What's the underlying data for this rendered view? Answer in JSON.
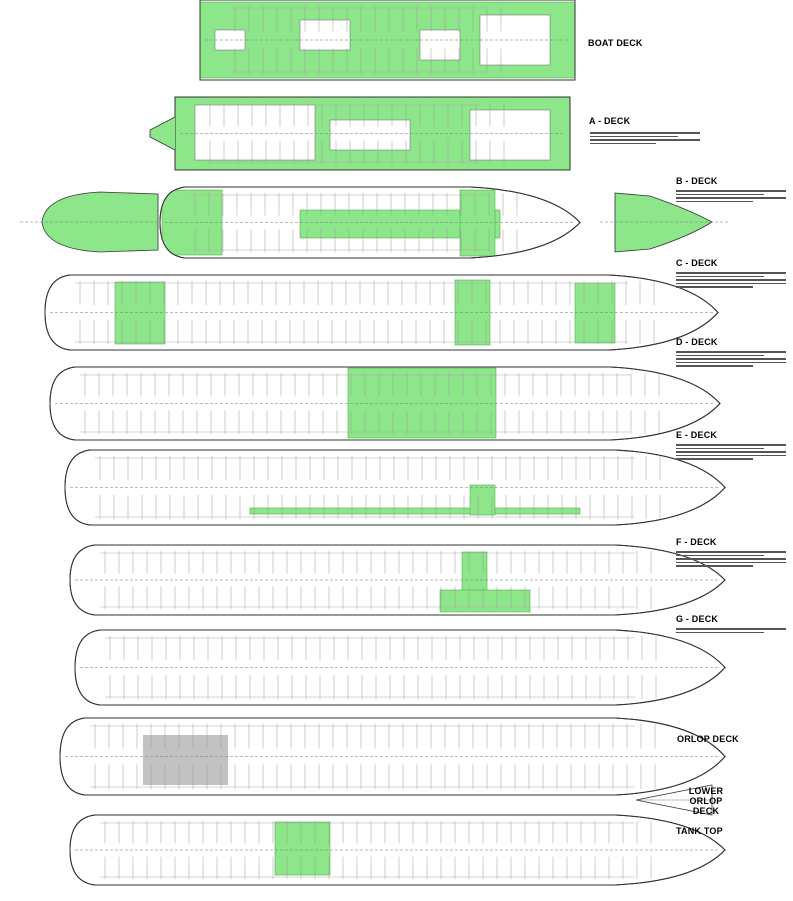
{
  "title": "Ship general arrangement deck plans",
  "colors": {
    "highlight": "#8ee68a",
    "highlight_stroke": "#3aa33a",
    "line": "#333333",
    "shaded": "#9a9a9a"
  },
  "decks": [
    {
      "id": "boat",
      "label": "BOAT DECK"
    },
    {
      "id": "a",
      "label": "A - DECK"
    },
    {
      "id": "b",
      "label": "B - DECK"
    },
    {
      "id": "c",
      "label": "C - DECK"
    },
    {
      "id": "d",
      "label": "D - DECK"
    },
    {
      "id": "e",
      "label": "E - DECK"
    },
    {
      "id": "f",
      "label": "F - DECK"
    },
    {
      "id": "g",
      "label": "G - DECK"
    },
    {
      "id": "orlop",
      "label": "ORLOP DECK"
    },
    {
      "id": "lower-orlop",
      "label": "LOWER ORLOP DECK"
    },
    {
      "id": "tank-top",
      "label": "TANK TOP"
    }
  ]
}
